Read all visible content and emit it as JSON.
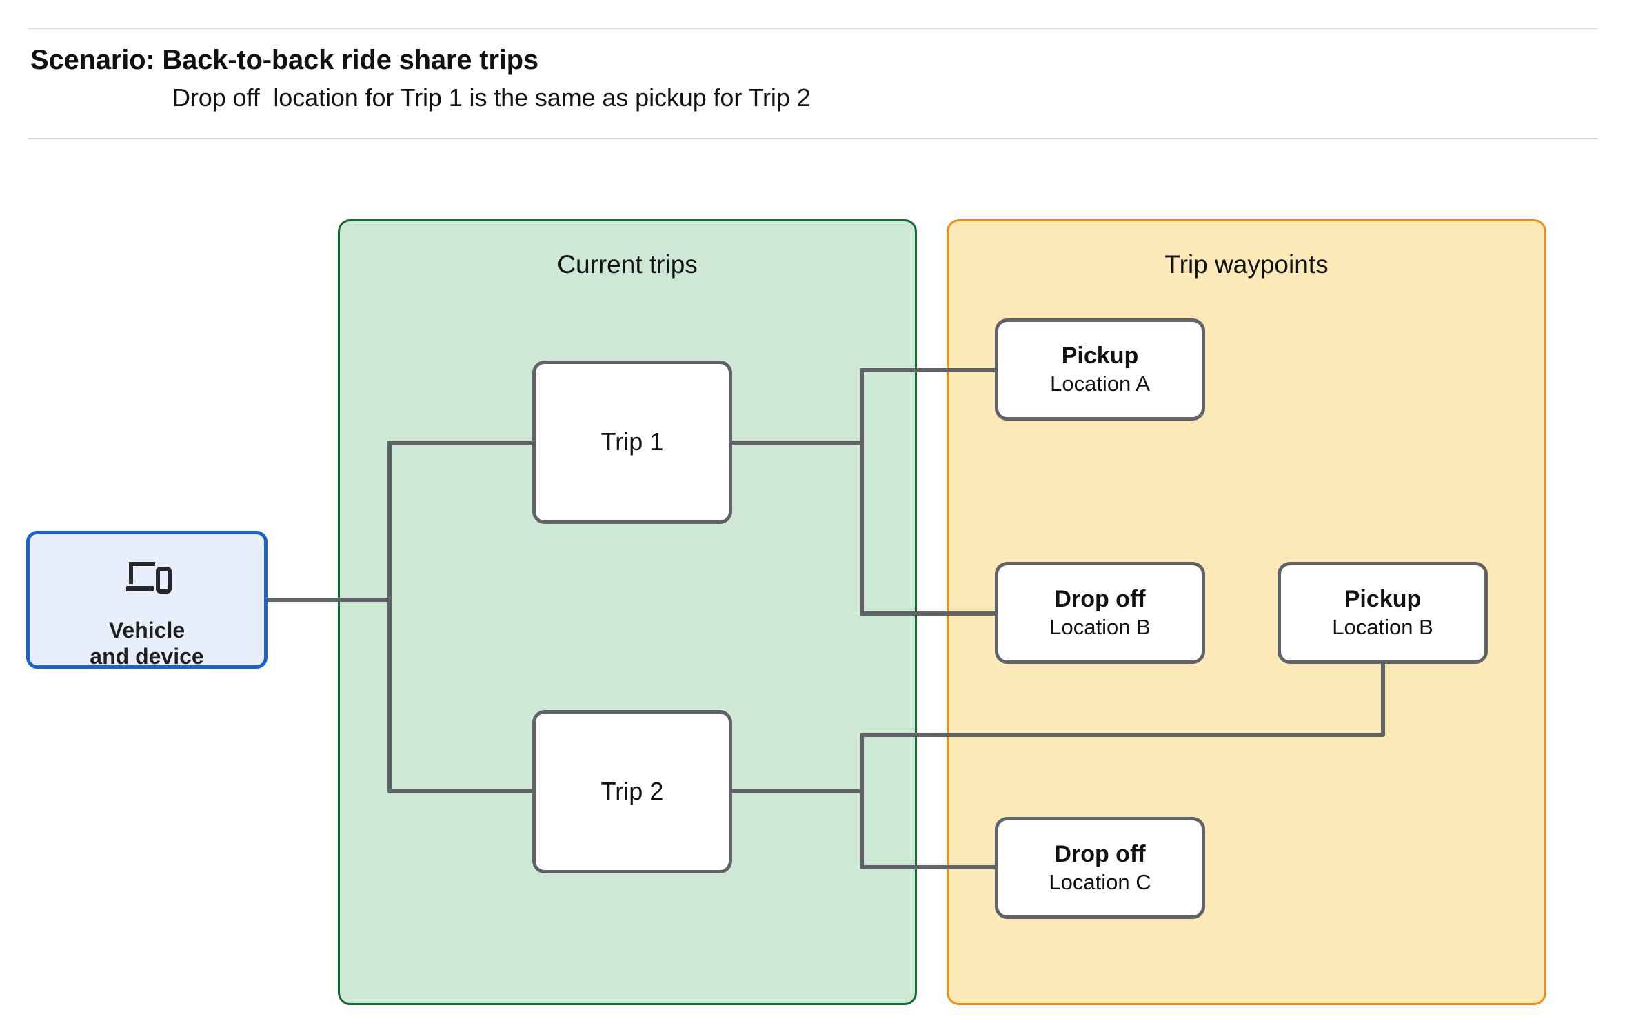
{
  "header": {
    "title": "Scenario: Back-to-back ride share trips",
    "subtitle": "Drop off  location for Trip 1 is the same as pickup for Trip 2"
  },
  "groups": {
    "current_trips": {
      "label": "Current trips",
      "fill": "#cee8d6",
      "border": "#14692f"
    },
    "trip_waypoints": {
      "label": "Trip waypoints",
      "fill": "#fbeab8",
      "border": "#f28c14"
    }
  },
  "vehicle": {
    "icon": "devices-icon",
    "line1": "Vehicle",
    "line2": "and device",
    "fill": "#e8effc",
    "border": "#1a62d0"
  },
  "trips": [
    {
      "label": "Trip 1"
    },
    {
      "label": "Trip 2"
    }
  ],
  "waypoints": [
    {
      "id": "pickup-a",
      "type": "Pickup",
      "location": "Location A"
    },
    {
      "id": "dropoff-b",
      "type": "Drop off",
      "location": "Location B"
    },
    {
      "id": "pickup-b",
      "type": "Pickup",
      "location": "Location B"
    },
    {
      "id": "dropoff-c",
      "type": "Drop off",
      "location": "Location C"
    }
  ],
  "connector_color": "#5f6368"
}
